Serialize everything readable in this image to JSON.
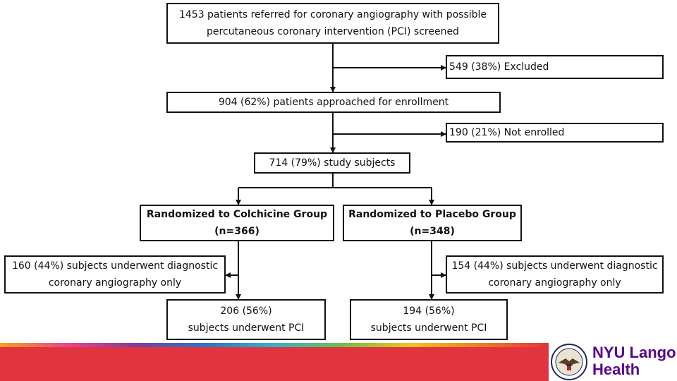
{
  "boxes": {
    "screened": {
      "line1": "1453 patients referred for coronary angiography with possible",
      "line2": "percutaneous coronary intervention (PCI) screened"
    },
    "excluded": {
      "line1": "549 (38%) Excluded"
    },
    "approached": {
      "line1": "904 (62%) patients approached for enrollment"
    },
    "not_enrolled": {
      "line1": "190 (21%) Not enrolled"
    },
    "study_subjects": {
      "line1": "714 (79%) study subjects"
    },
    "colchicine": {
      "line1": "Randomized to Colchicine Group",
      "line2": "(n=366)"
    },
    "placebo": {
      "line1": "Randomized to Placebo Group",
      "line2": "(n=348)"
    },
    "colchicine_diag": {
      "line1": "160 (44%) subjects underwent diagnostic",
      "line2": "coronary angiography only"
    },
    "placebo_diag": {
      "line1": "154 (44%) subjects underwent diagnostic",
      "line2": "coronary angiography only"
    },
    "colchicine_pci": {
      "line1": "206 (56%)",
      "line2": "subjects underwent PCI"
    },
    "placebo_pci": {
      "line1": "194 (56%)",
      "line2": "subjects underwent PCI"
    }
  },
  "logo": {
    "line1": "NYU Langone",
    "line2": "Health"
  },
  "colors": {
    "line": "#111111",
    "footer_red": "#e1343f",
    "logo_purple": "#57068c"
  },
  "icons": {
    "seal": "va-seal-icon"
  }
}
